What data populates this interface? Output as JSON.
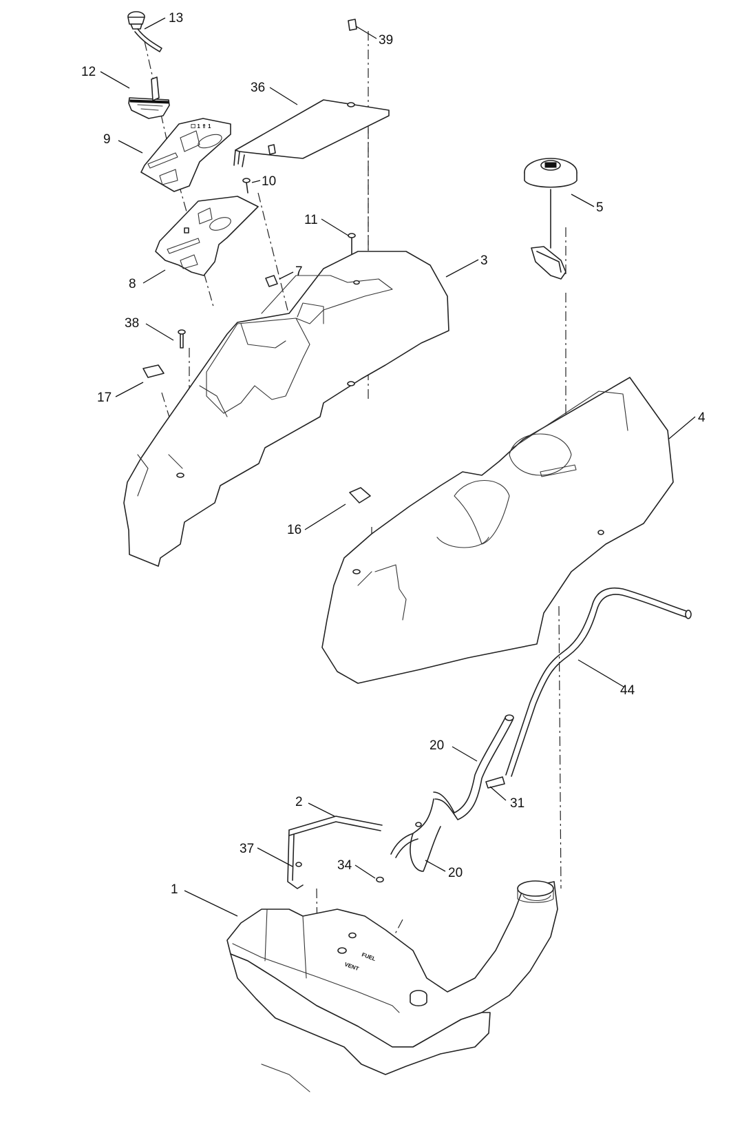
{
  "diagram": {
    "callouts": [
      {
        "id": "c13",
        "label": "13"
      },
      {
        "id": "c12",
        "label": "12"
      },
      {
        "id": "c9",
        "label": "9"
      },
      {
        "id": "c36",
        "label": "36"
      },
      {
        "id": "c39",
        "label": "39"
      },
      {
        "id": "c10",
        "label": "10"
      },
      {
        "id": "c5",
        "label": "5"
      },
      {
        "id": "c11",
        "label": "11"
      },
      {
        "id": "c8",
        "label": "8"
      },
      {
        "id": "c7",
        "label": "7"
      },
      {
        "id": "c3",
        "label": "3"
      },
      {
        "id": "c38",
        "label": "38"
      },
      {
        "id": "c17",
        "label": "17"
      },
      {
        "id": "c4",
        "label": "4"
      },
      {
        "id": "c16",
        "label": "16"
      },
      {
        "id": "c44",
        "label": "44"
      },
      {
        "id": "c20a",
        "label": "20"
      },
      {
        "id": "c31",
        "label": "31"
      },
      {
        "id": "c2",
        "label": "2"
      },
      {
        "id": "c37",
        "label": "37"
      },
      {
        "id": "c34",
        "label": "34"
      },
      {
        "id": "c20b",
        "label": "20"
      },
      {
        "id": "c1",
        "label": "1"
      }
    ],
    "tank_marks": {
      "fuel": "FUEL",
      "vent": "VENT"
    }
  }
}
